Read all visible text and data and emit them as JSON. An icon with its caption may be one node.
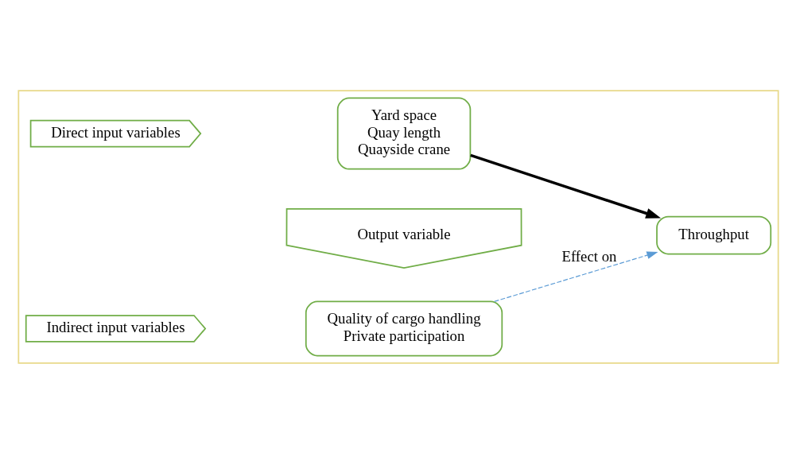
{
  "diagram": {
    "nodes": [
      {
        "text": [],
        "shape": "box"
      },
      {
        "text": [
          "Direct input variables"
        ],
        "in": 0
      },
      {
        "text": [
          "Yard space",
          "Quay length",
          "Quayside crane"
        ],
        "in": 0
      },
      {
        "text": [
          "Output variable"
        ],
        "in": 0
      },
      {
        "text": [
          "Throughput"
        ],
        "in": 0
      },
      {
        "text": [
          "Indirect input variables"
        ],
        "in": 0
      },
      {
        "text": [
          "Quality of cargo handling",
          "Private participation"
        ],
        "in": 0
      }
    ],
    "edges": [
      {
        "from": 2,
        "to": 4,
        "arrow": "to",
        "style": "thick"
      },
      {
        "from": 6,
        "to": 4,
        "arrow": "to",
        "label": "Effect on",
        "style": "dashed",
        "color": "#5b9bd5"
      }
    ]
  }
}
